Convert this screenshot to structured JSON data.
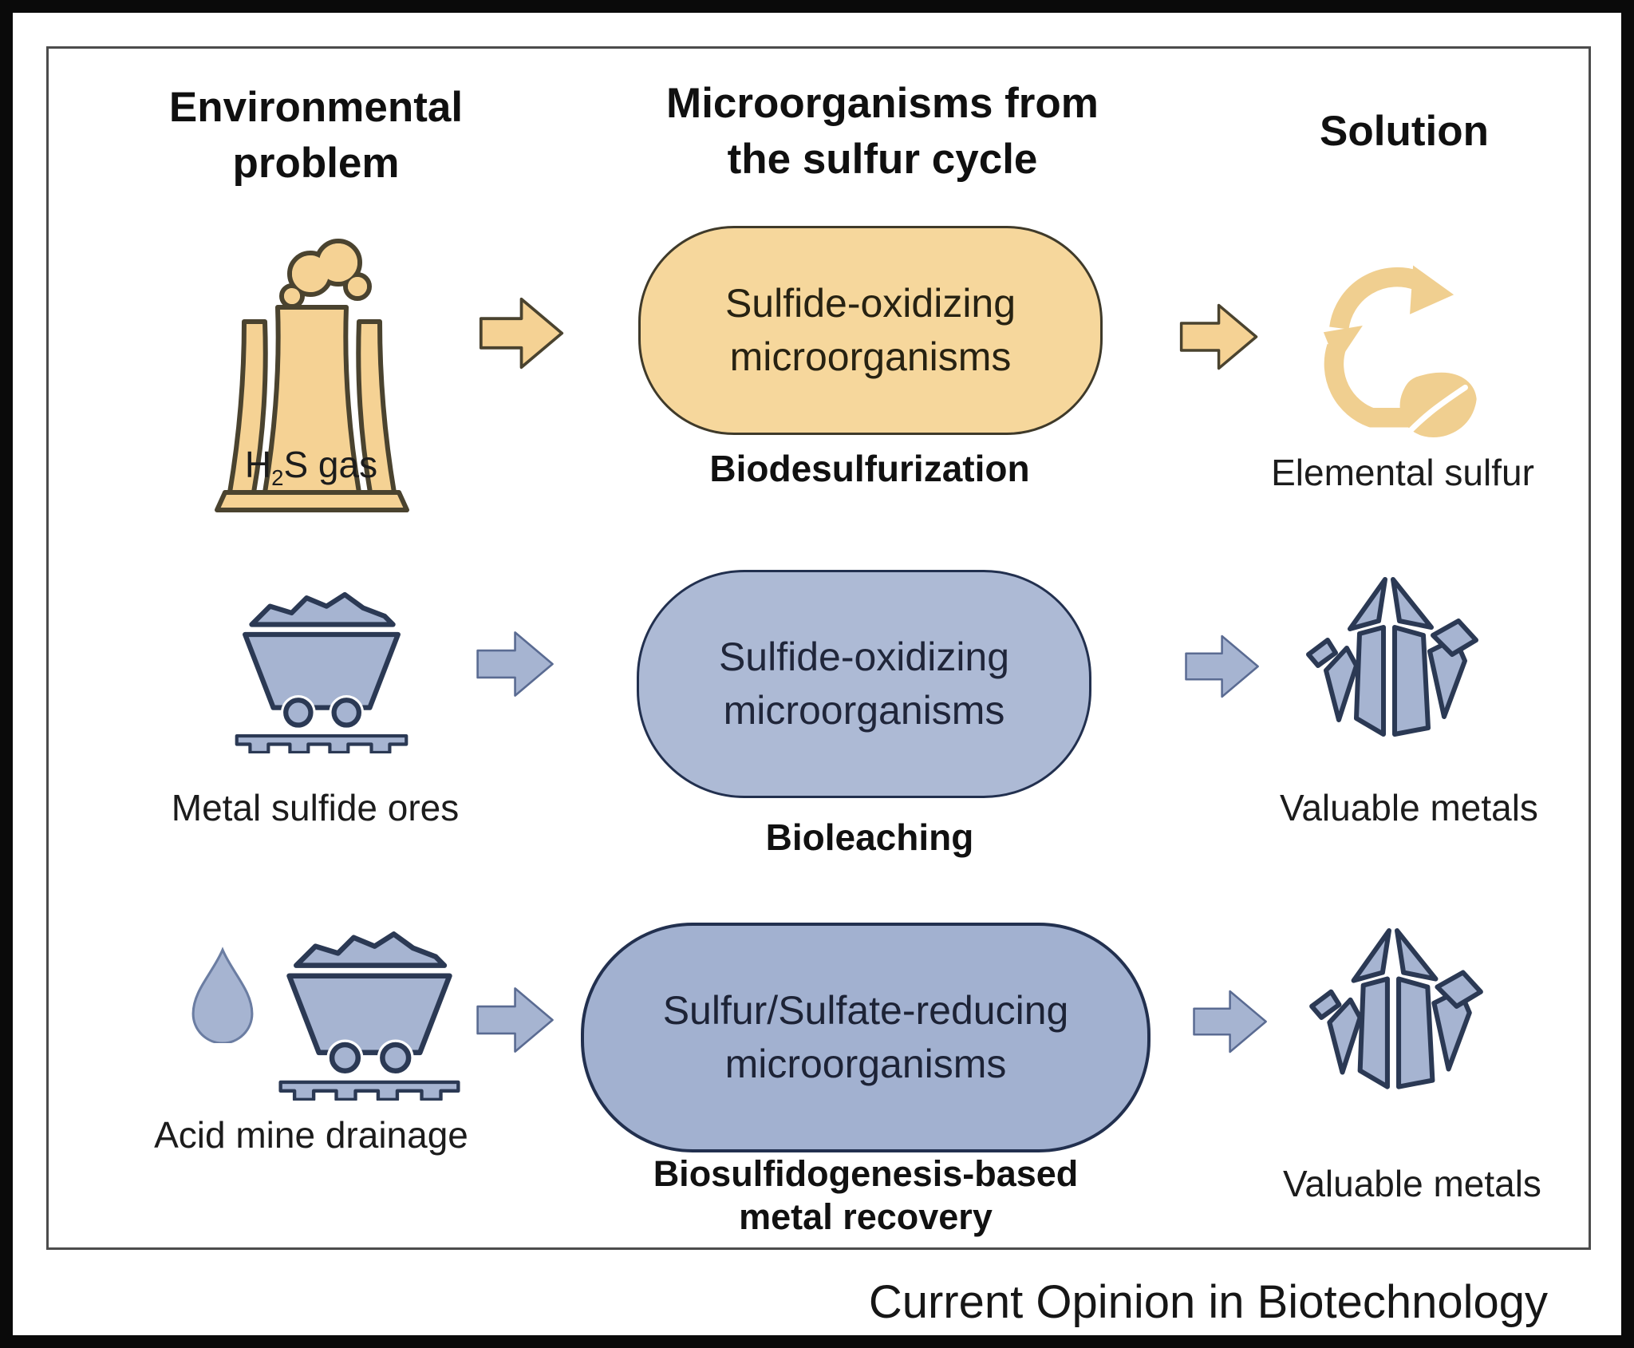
{
  "colors": {
    "text": "#1a1a1a",
    "frame_border": "#4c4c4c",
    "tan_fill": "#f5d294",
    "tan_outline": "#4a432f",
    "tan_recycle": "#f0cf90",
    "tan_box_fill": "#f6d79c",
    "tan_box_border": "#3f3a2a",
    "blue_fill": "#a6b4d1",
    "blue_outline": "#2b3954",
    "blue_arrow_outline": "#5a6b92",
    "blue_box2_fill": "#adbad5",
    "blue_box3_fill": "#a2b1d0",
    "blue_box_border": "#22304f"
  },
  "headers": {
    "col1_line1": "Environmental",
    "col1_line2": "problem",
    "col2_line1": "Microorganisms from",
    "col2_line2": "the sulfur cycle",
    "col3": "Solution"
  },
  "rows": [
    {
      "problem_icon": "factory-smoke-icon",
      "problem_label_prefix": "H",
      "problem_label_sub": "2",
      "problem_label_suffix": "S gas",
      "arrow_icon": "block-arrow-right-icon",
      "box_line1": "Sulfide-oxidizing",
      "box_line2": "microorganisms",
      "process_label": "Biodesulfurization",
      "solution_icon": "recycle-leaf-icon",
      "solution_label": "Elemental sulfur"
    },
    {
      "problem_icon": "mine-cart-icon",
      "problem_label": "Metal sulfide ores",
      "arrow_icon": "block-arrow-right-icon",
      "box_line1": "Sulfide-oxidizing",
      "box_line2": "microorganisms",
      "process_label": "Bioleaching",
      "solution_icon": "crystal-cluster-icon",
      "solution_label": "Valuable metals"
    },
    {
      "problem_icon": "water-drop-mine-cart-icon",
      "problem_label": "Acid mine drainage",
      "arrow_icon": "block-arrow-right-icon",
      "box_line1": "Sulfur/Sulfate-reducing",
      "box_line2": "microorganisms",
      "process_label_line1": "Biosulfidogenesis-based",
      "process_label_line2": "metal recovery",
      "solution_icon": "crystal-cluster-icon",
      "solution_label": "Valuable metals"
    }
  ],
  "footer": {
    "journal": "Current Opinion in Biotechnology"
  }
}
